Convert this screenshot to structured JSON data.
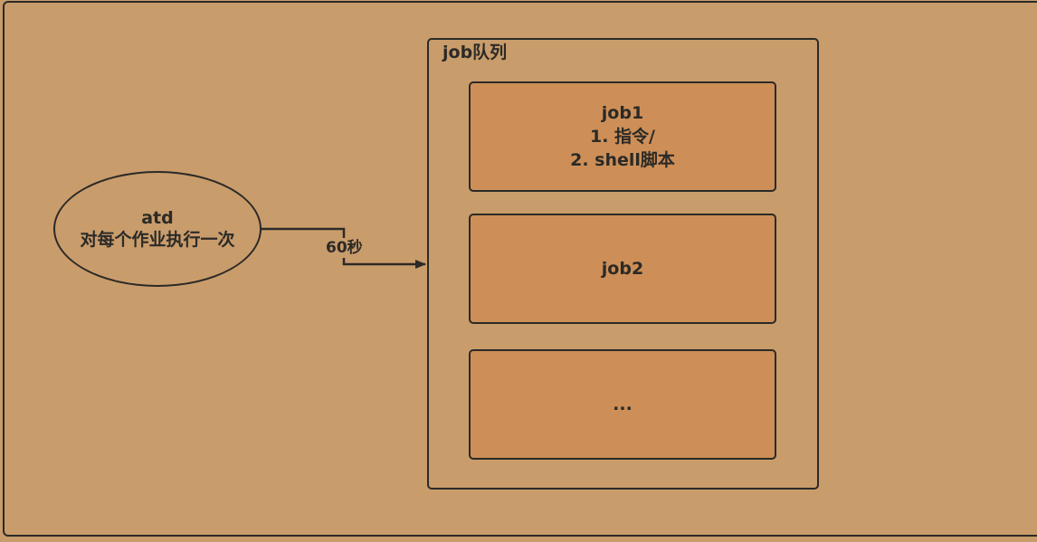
{
  "daemon": {
    "name": "atd",
    "description": "对每个作业执行一次"
  },
  "edge": {
    "label": "60秒"
  },
  "queue": {
    "title": "job队列",
    "jobs": [
      {
        "title": "job1",
        "lines": [
          "1. 指令/",
          "2. shell脚本"
        ]
      },
      {
        "title": "job2",
        "lines": []
      },
      {
        "title": "...",
        "lines": []
      }
    ]
  },
  "colors": {
    "background": "#c99c6b",
    "job_fill": "#cd8f57",
    "stroke": "#2b2a27"
  }
}
